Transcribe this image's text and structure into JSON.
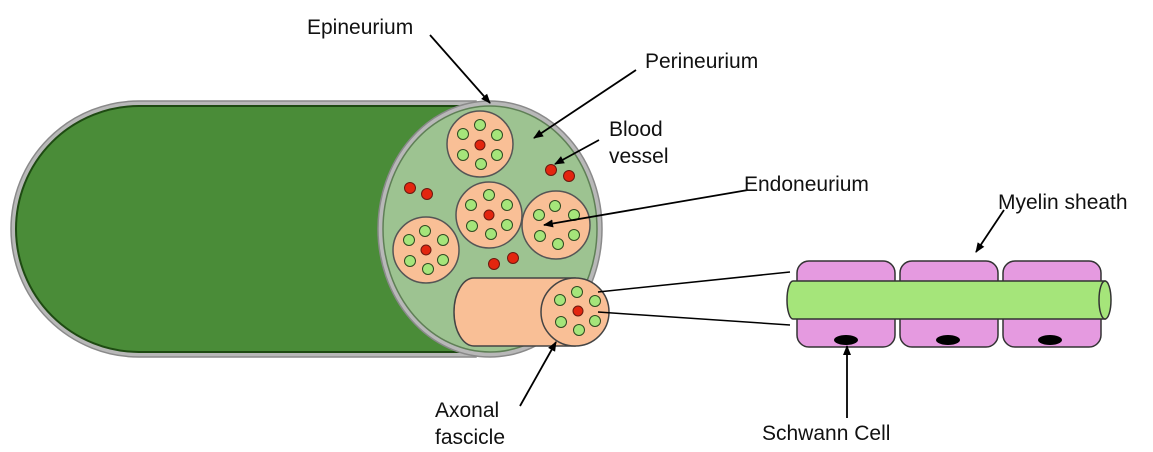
{
  "labels": {
    "epineurium": "Epineurium",
    "perineurium": "Perineurium",
    "blood_vessel_line1": "Blood",
    "blood_vessel_line2": "vessel",
    "endoneurium": "Endoneurium",
    "myelin_sheath": "Myelin sheath",
    "axonal_fascicle_line1": "Axonal",
    "axonal_fascicle_line2": "fascicle",
    "schwann_cell": "Schwann Cell"
  },
  "colors": {
    "epineurium_outer": "#4a8c38",
    "epineurium_edge": "#1e4a12",
    "casing": "#a9a9a9",
    "cross_section": "#9dc391",
    "fascicle": "#f9bf96",
    "axon": "#a5e57a",
    "blood_vessel": "#e3260f",
    "schwann_cell": "#e59ae0",
    "schwann_nucleus": "#000000"
  },
  "fascicle_count": 5,
  "schwann_cell_count": 3
}
